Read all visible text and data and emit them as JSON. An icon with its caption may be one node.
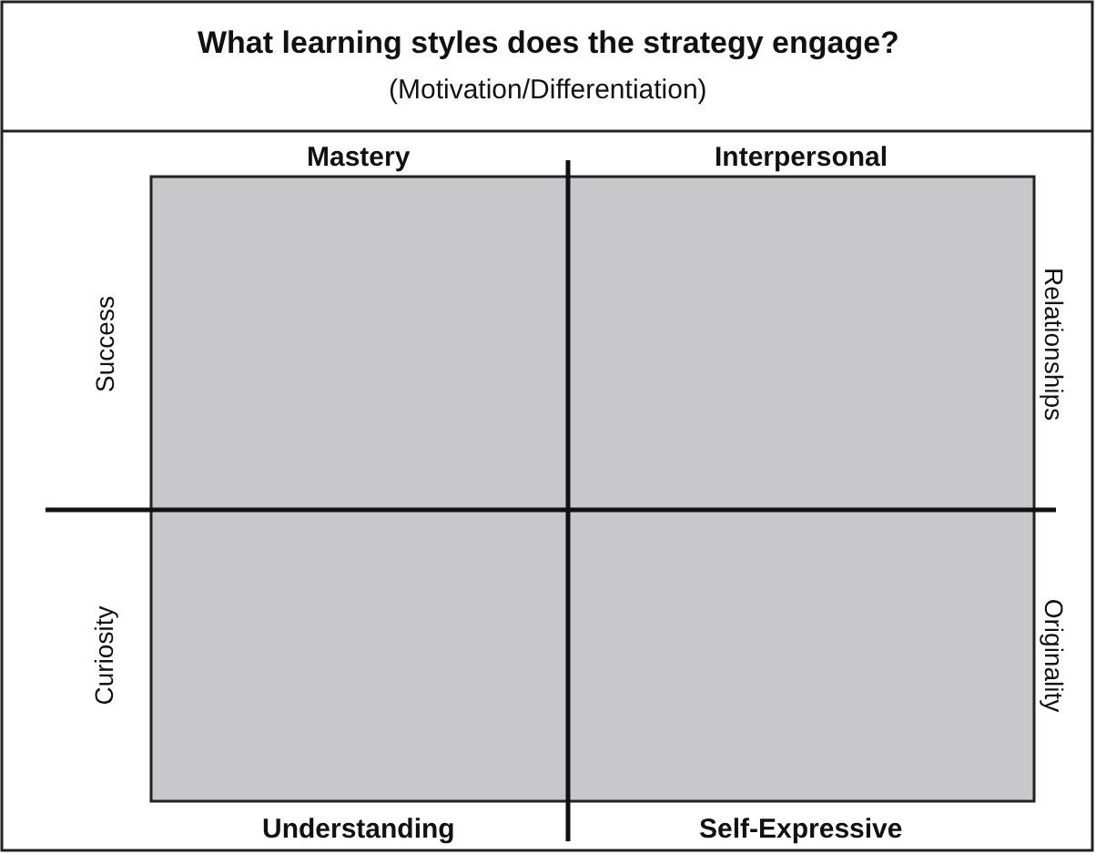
{
  "diagram": {
    "title": "What learning styles does the strategy engage?",
    "labels": [
      "(Motivation/Differentiation)",
      "Mastery",
      "Interpersonal",
      "Success",
      "Relationships",
      "Curiosity",
      "Originality",
      "Understanding",
      "Self-Expressive"
    ]
  }
}
